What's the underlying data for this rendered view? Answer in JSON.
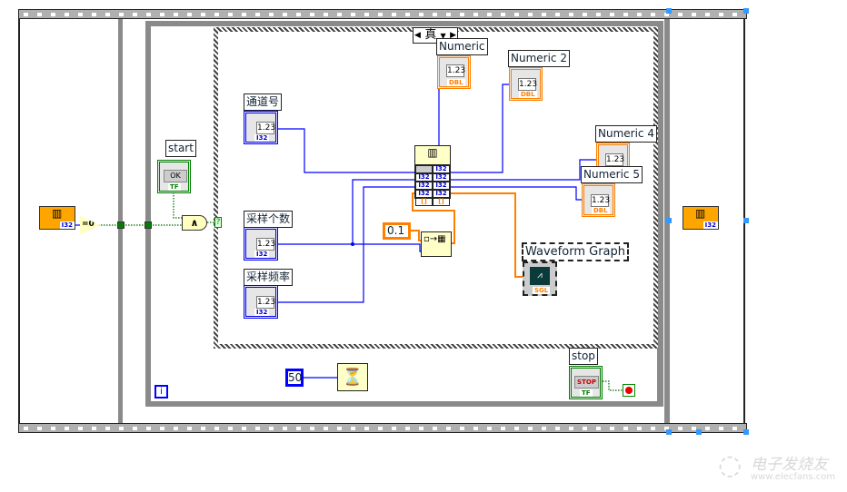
{
  "case_selector": {
    "value": "真"
  },
  "controls": {
    "start": {
      "label": "start",
      "button": "OK",
      "type": "TF"
    },
    "channel": {
      "label": "通道号",
      "value": "1.23",
      "type": "I32"
    },
    "samples": {
      "label": "采样个数",
      "value": "1.23",
      "type": "I32"
    },
    "rate": {
      "label": "采样频率",
      "value": "1.23",
      "type": "I32"
    },
    "stop": {
      "label": "stop",
      "button": "STOP",
      "type": "TF"
    }
  },
  "indicators": {
    "numeric": {
      "label": "Numeric",
      "value": "1.23",
      "type": "DBL"
    },
    "numeric2": {
      "label": "Numeric 2",
      "value": "1.23",
      "type": "DBL"
    },
    "numeric4": {
      "label": "Numeric 4",
      "value": "1.23",
      "type": "DBL"
    },
    "numeric5": {
      "label": "Numeric 5",
      "value": "1.23",
      "type": "DBL"
    },
    "waveform": {
      "label": "Waveform Graph",
      "type": "SGL"
    }
  },
  "nodes": {
    "equal_zero": "=0",
    "and": "∧",
    "selector": "?",
    "prop_type": "I32",
    "io_rows": [
      "I32",
      "I32",
      "I32",
      "[]"
    ],
    "dt_const": "0.1",
    "wait_const": "50",
    "iteration": "i"
  },
  "watermark": {
    "text": "电子发烧友",
    "url": "www.elecfans.com"
  },
  "colors": {
    "int_wire": "#0000ff",
    "float_wire": "#ff8000",
    "bool_wire": "#006600",
    "structure": "#8a8a8a",
    "handle": "#3399ff"
  }
}
